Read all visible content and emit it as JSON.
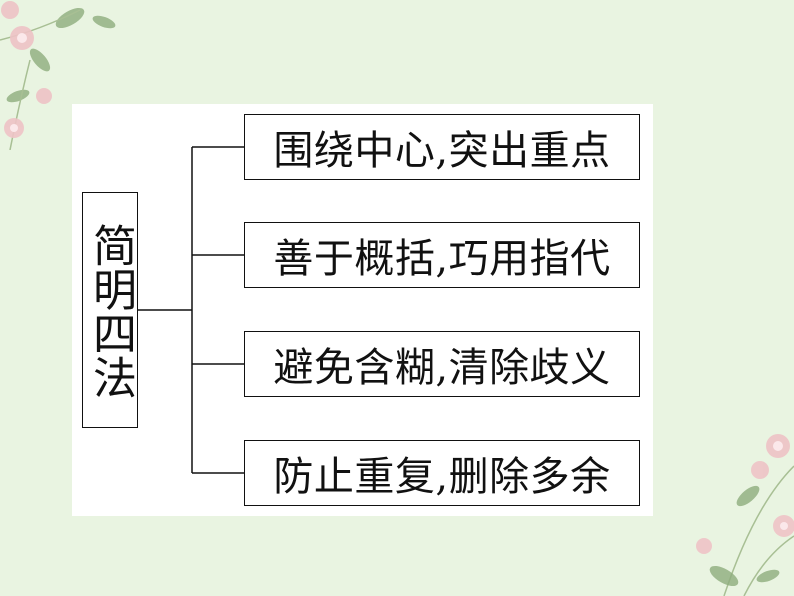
{
  "root": {
    "label": "简明四法"
  },
  "branches": [
    {
      "label": "围绕中心,突出重点"
    },
    {
      "label": "善于概括,巧用指代"
    },
    {
      "label": "避免含糊,清除歧义"
    },
    {
      "label": "防止重复,删除多余"
    }
  ],
  "colors": {
    "background": "#e9f4e1",
    "panel": "#ffffff",
    "line": "#111111",
    "flower_pink": "#e8b4b8",
    "leaf_green": "#8fae7e"
  }
}
